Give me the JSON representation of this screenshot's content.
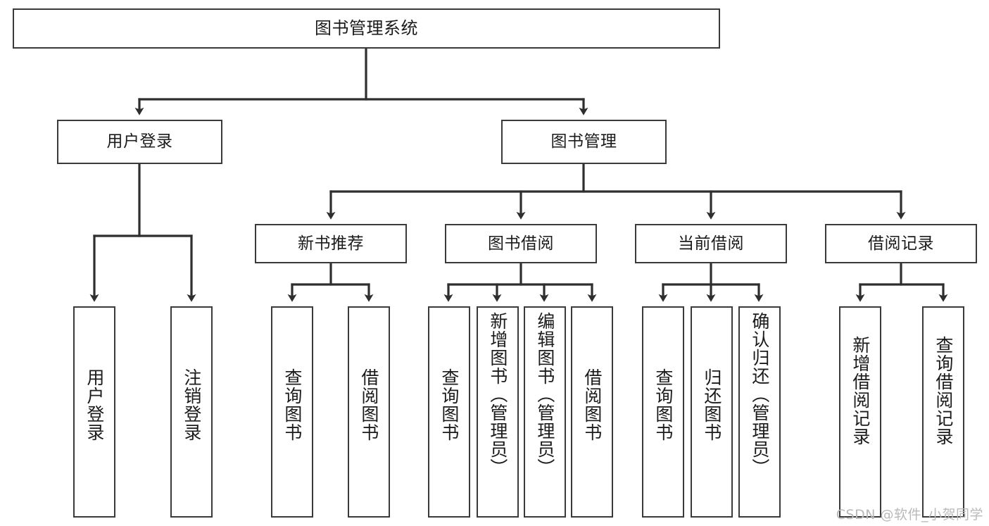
{
  "diagram": {
    "type": "tree-hierarchy",
    "title": "图书管理系统",
    "watermark": "CSDN @软件_小贺同学",
    "colors": {
      "box_border": "#3a3a3a",
      "box_fill": "#ffffff",
      "connector": "#2e2e2e",
      "text": "#1b1b1b",
      "watermark": "#b9b9b9",
      "background": "#ffffff"
    },
    "levels": {
      "level1": [
        {
          "id": "root",
          "label": "图书管理系统"
        }
      ],
      "level2": [
        {
          "id": "user-login",
          "label": "用户登录",
          "parent": "root"
        },
        {
          "id": "book-manage",
          "label": "图书管理",
          "parent": "root"
        }
      ],
      "level3": [
        {
          "id": "new-book-rec",
          "label": "新书推荐",
          "parent": "book-manage"
        },
        {
          "id": "book-borrow",
          "label": "图书借阅",
          "parent": "book-manage"
        },
        {
          "id": "current-borrow",
          "label": "当前借阅",
          "parent": "book-manage"
        },
        {
          "id": "borrow-record",
          "label": "借阅记录",
          "parent": "book-manage"
        }
      ],
      "leaves": [
        {
          "id": "leaf-user-login",
          "label": "用户登录",
          "parent": "user-login"
        },
        {
          "id": "leaf-user-logout",
          "label": "注销登录",
          "parent": "user-login"
        },
        {
          "id": "leaf-rec-query",
          "label": "查询图书",
          "parent": "new-book-rec"
        },
        {
          "id": "leaf-rec-borrow",
          "label": "借阅图书",
          "parent": "new-book-rec"
        },
        {
          "id": "leaf-borrow-query",
          "label": "查询图书",
          "parent": "book-borrow"
        },
        {
          "id": "leaf-borrow-add",
          "label": "新增图书（管理员）",
          "parent": "book-borrow"
        },
        {
          "id": "leaf-borrow-edit",
          "label": "编辑图书（管理员）",
          "parent": "book-borrow"
        },
        {
          "id": "leaf-borrow-do",
          "label": "借阅图书",
          "parent": "book-borrow"
        },
        {
          "id": "leaf-cur-query",
          "label": "查询图书",
          "parent": "current-borrow"
        },
        {
          "id": "leaf-cur-return",
          "label": "归还图书",
          "parent": "current-borrow"
        },
        {
          "id": "leaf-cur-confirm",
          "label": "确认归还（管理员）",
          "parent": "current-borrow"
        },
        {
          "id": "leaf-rec-add",
          "label": "新增借阅记录",
          "parent": "borrow-record"
        },
        {
          "id": "leaf-rec-query2",
          "label": "查询借阅记录",
          "parent": "borrow-record"
        }
      ]
    }
  }
}
